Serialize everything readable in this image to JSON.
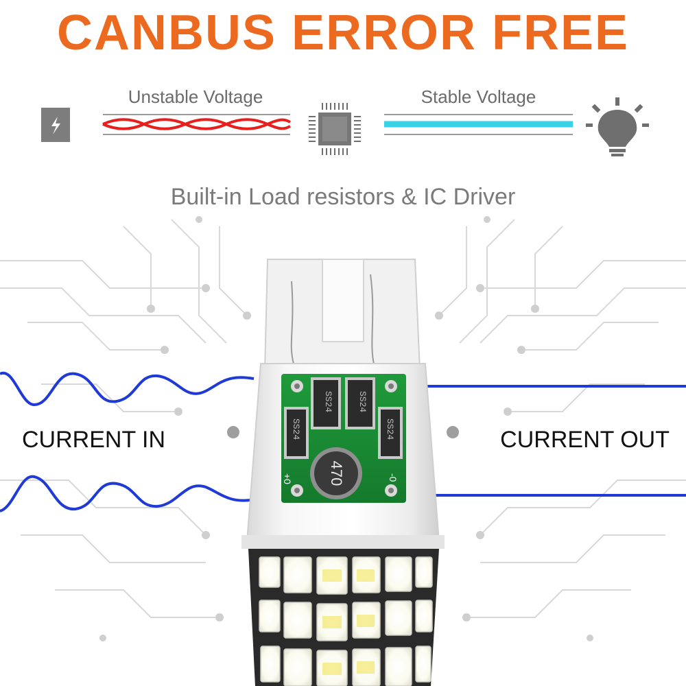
{
  "headline": "CANBUS ERROR FREE",
  "signal": {
    "unstable_label": "Unstable Voltage",
    "stable_label": "Stable Voltage",
    "unstable_color": "#e5201d",
    "stable_color": "#37d2e8"
  },
  "subtitle": "Built-in Load resistors & IC Driver",
  "current": {
    "in_label": "CURRENT IN",
    "out_label": "CURRENT OUT",
    "wave_color": "#1f3ad6"
  },
  "driver_board": {
    "resistor_labels": [
      "SS24",
      "SS24",
      "SS24",
      "SS24"
    ],
    "inductor_label": "470",
    "plus_label": "+0",
    "minus_label": "-0"
  },
  "icons": [
    "lightning-icon",
    "chip-icon",
    "light-bulb-icon"
  ],
  "accent_color": "#ec6a1f"
}
